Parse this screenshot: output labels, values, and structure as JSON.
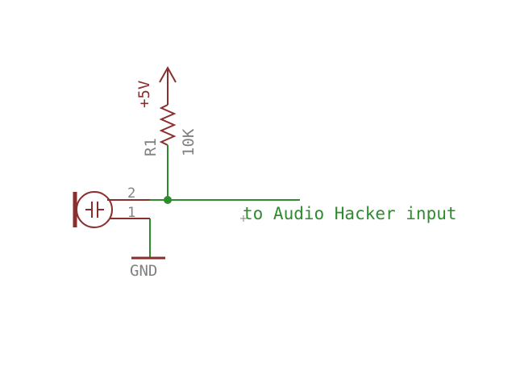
{
  "schematic": {
    "supply": {
      "label": "+5V",
      "color": "#8b2e2e"
    },
    "resistor": {
      "name": "R1",
      "value": "10K",
      "color": "#8b2e2e"
    },
    "microphone": {
      "pin_top": "2",
      "pin_bottom": "1",
      "color": "#8b2e2e"
    },
    "ground": {
      "label": "GND"
    },
    "net": {
      "color": "#2e8b2e"
    },
    "label_text": {
      "text": "to Audio Hacker input",
      "color": "#2e8b2e"
    },
    "label_gray": {
      "color": "#808080"
    }
  }
}
